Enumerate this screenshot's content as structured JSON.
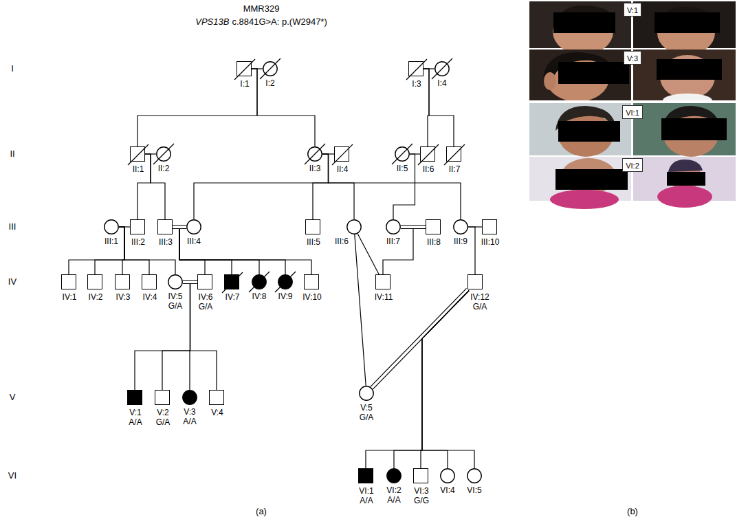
{
  "diagram": {
    "title": "MMR329",
    "nodes": [
      {
        "text": [
          "I:1"
        ]
      },
      {
        "text": [
          "I:2"
        ]
      },
      {
        "text": [
          "I:3"
        ]
      },
      {
        "text": [
          "I:4"
        ]
      },
      {
        "text": [
          "II:1"
        ]
      },
      {
        "text": [
          "II:2"
        ]
      },
      {
        "text": [
          "II:3"
        ]
      },
      {
        "text": [
          "II:4"
        ]
      },
      {
        "text": [
          "II:5"
        ]
      },
      {
        "text": [
          "II:6"
        ]
      },
      {
        "text": [
          "II:7"
        ]
      },
      {
        "text": [
          "III:1"
        ]
      },
      {
        "text": [
          "III:2"
        ]
      },
      {
        "text": [
          "III:3"
        ]
      },
      {
        "text": [
          "III:4"
        ]
      },
      {
        "text": [
          "III:5"
        ]
      },
      {
        "text": [
          "III:6"
        ]
      },
      {
        "text": [
          "III:7"
        ]
      },
      {
        "text": [
          "III:8"
        ]
      },
      {
        "text": [
          "III:9"
        ]
      },
      {
        "text": [
          "III:10"
        ]
      },
      {
        "text": [
          "IV:1"
        ]
      },
      {
        "text": [
          "IV:2"
        ]
      },
      {
        "text": [
          "IV:3"
        ]
      },
      {
        "text": [
          "IV:4"
        ]
      },
      {
        "text": [
          "IV:5",
          "G/A"
        ]
      },
      {
        "text": [
          "IV:6",
          "G/A"
        ]
      },
      {
        "text": [
          "IV:7"
        ]
      },
      {
        "text": [
          "IV:8"
        ]
      },
      {
        "text": [
          "IV:9"
        ]
      },
      {
        "text": [
          "IV:10"
        ]
      },
      {
        "text": [
          "IV:11"
        ]
      },
      {
        "text": [
          "IV:12",
          "G/A"
        ]
      },
      {
        "text": [
          "V:1",
          "A/A"
        ]
      },
      {
        "text": [
          "V:2",
          "G/A"
        ]
      },
      {
        "text": [
          "V:3",
          "A/A"
        ]
      },
      {
        "text": [
          "V:4"
        ]
      },
      {
        "text": [
          "V:5",
          "G/A"
        ]
      },
      {
        "text": [
          "VI:1",
          "A/A"
        ]
      },
      {
        "text": [
          "VI:2",
          "A/A"
        ]
      },
      {
        "text": [
          "VI:3",
          "G/G"
        ]
      },
      {
        "text": [
          "VI:4"
        ]
      },
      {
        "text": [
          "VI:5"
        ]
      },
      {
        "text": [
          "V:1"
        ]
      },
      {
        "text": [
          "V:3"
        ]
      },
      {
        "text": [
          "VI:1"
        ]
      },
      {
        "text": [
          "VI:2"
        ]
      }
    ],
    "edges": [
      {
        "from": 0,
        "to": 1,
        "arrow": "none"
      },
      {
        "from": 2,
        "to": 3,
        "arrow": "none"
      },
      {
        "from": 0,
        "to": 4,
        "arrow": "none"
      },
      {
        "from": 0,
        "to": 6,
        "arrow": "none"
      },
      {
        "from": 2,
        "to": 9,
        "arrow": "none"
      },
      {
        "from": 2,
        "to": 10,
        "arrow": "none"
      },
      {
        "from": 4,
        "to": 5,
        "arrow": "none"
      },
      {
        "from": 6,
        "to": 7,
        "arrow": "none"
      },
      {
        "from": 8,
        "to": 9,
        "arrow": "none"
      },
      {
        "from": 4,
        "to": 12,
        "arrow": "none"
      },
      {
        "from": 4,
        "to": 13,
        "arrow": "none"
      },
      {
        "from": 6,
        "to": 14,
        "arrow": "none"
      },
      {
        "from": 6,
        "to": 15,
        "arrow": "none"
      },
      {
        "from": 6,
        "to": 16,
        "arrow": "none"
      },
      {
        "from": 6,
        "to": 19,
        "arrow": "none"
      },
      {
        "from": 8,
        "to": 17,
        "arrow": "none"
      },
      {
        "from": 11,
        "to": 12,
        "arrow": "none"
      },
      {
        "from": 13,
        "to": 14,
        "arrow": "none"
      },
      {
        "from": 17,
        "to": 18,
        "arrow": "none"
      },
      {
        "from": 19,
        "to": 20,
        "arrow": "none"
      },
      {
        "from": 16,
        "to": 31,
        "arrow": "none"
      },
      {
        "from": 16,
        "to": 37,
        "arrow": "none"
      },
      {
        "from": 11,
        "to": 21,
        "arrow": "none"
      },
      {
        "from": 11,
        "to": 22,
        "arrow": "none"
      },
      {
        "from": 11,
        "to": 23,
        "arrow": "none"
      },
      {
        "from": 11,
        "to": 24,
        "arrow": "none"
      },
      {
        "from": 11,
        "to": 25,
        "arrow": "none"
      },
      {
        "from": 13,
        "to": 26,
        "arrow": "none"
      },
      {
        "from": 13,
        "to": 27,
        "arrow": "none"
      },
      {
        "from": 13,
        "to": 28,
        "arrow": "none"
      },
      {
        "from": 13,
        "to": 29,
        "arrow": "none"
      },
      {
        "from": 13,
        "to": 30,
        "arrow": "none"
      },
      {
        "from": 17,
        "to": 31,
        "arrow": "none"
      },
      {
        "from": 19,
        "to": 32,
        "arrow": "none"
      },
      {
        "from": 25,
        "to": 26,
        "arrow": "none"
      },
      {
        "from": 32,
        "to": 37,
        "arrow": "none"
      },
      {
        "from": 25,
        "to": 33,
        "arrow": "none"
      },
      {
        "from": 25,
        "to": 34,
        "arrow": "none"
      },
      {
        "from": 25,
        "to": 35,
        "arrow": "none"
      },
      {
        "from": 25,
        "to": 36,
        "arrow": "none"
      },
      {
        "from": 32,
        "to": 38,
        "arrow": "none"
      },
      {
        "from": 32,
        "to": 39,
        "arrow": "none"
      },
      {
        "from": 32,
        "to": 40,
        "arrow": "none"
      },
      {
        "from": 32,
        "to": 41,
        "arrow": "none"
      },
      {
        "from": 32,
        "to": 42,
        "arrow": "none"
      }
    ],
    "labels": [
      "VPS13B",
      "c.8841G>A: p.(W2947*)",
      "I",
      "II",
      "III",
      "IV",
      "V",
      "VI",
      "(a)",
      "(b)"
    ]
  }
}
